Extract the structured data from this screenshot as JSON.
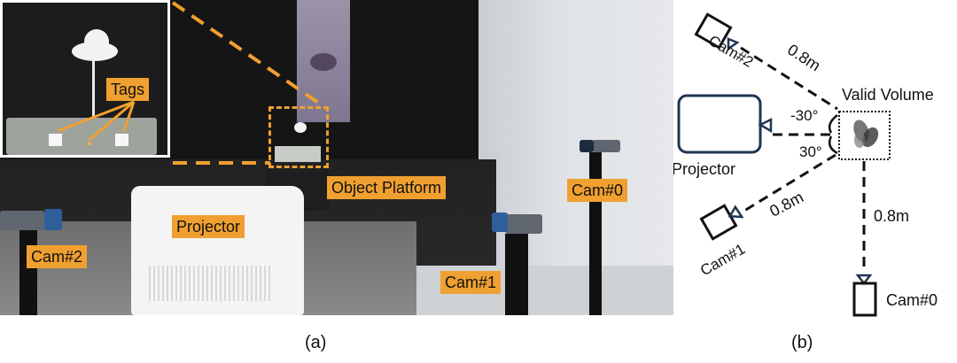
{
  "panel_a": {
    "caption": "(a)",
    "labels": {
      "tags": "Tags",
      "projector": "Projector",
      "cam2": "Cam#2",
      "object_platform": "Object Platform",
      "cam0": "Cam#0",
      "cam1": "Cam#1"
    },
    "colors": {
      "label_bg": "#f0a030",
      "dash": "#f0a030"
    }
  },
  "panel_b": {
    "caption": "(b)",
    "labels": {
      "cam2": "Cam#2",
      "cam1": "Cam#1",
      "cam0": "Cam#0",
      "projector": "Projector",
      "valid_volume": "Valid Volume",
      "dist_cam2": "0.8m",
      "dist_cam1": "0.8m",
      "dist_cam0": "0.8m",
      "angle_neg": "-30°",
      "angle_pos": "30°"
    },
    "colors": {
      "projector_stroke": "#1f3554",
      "camera_stroke": "#111111",
      "arrow": "#1f3554"
    }
  }
}
